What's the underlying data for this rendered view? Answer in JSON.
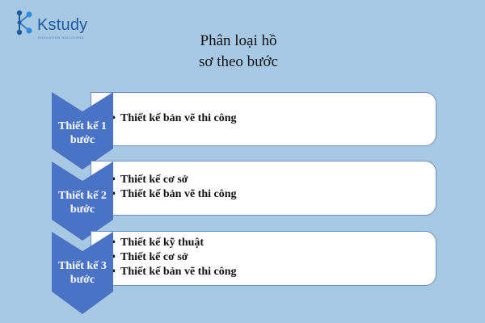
{
  "logo": {
    "name": "Kstudy",
    "tagline": "EDUCATION SOLUTIONS"
  },
  "title": {
    "line1": "Phân loại hồ",
    "line2": "sơ theo bước"
  },
  "colors": {
    "background": "#a7c9e3",
    "chevron": "#4a73c5",
    "box_border": "#6e8fc4",
    "brand": "#1e5a9e"
  },
  "steps": [
    {
      "label_line1": "Thiết kế 1",
      "label_line2": "bước",
      "items": [
        "Thiết kế bản vẽ thi công"
      ]
    },
    {
      "label_line1": "Thiết kế 2",
      "label_line2": "bước",
      "items": [
        "Thiết kế cơ sở",
        "Thiết kế bản vẽ thi công"
      ]
    },
    {
      "label_line1": "Thiết kế 3",
      "label_line2": "bước",
      "items": [
        "Thiết kế kỹ thuật",
        "Thiết kế cơ sở",
        "Thiết kế bản vẽ thi công"
      ]
    }
  ]
}
